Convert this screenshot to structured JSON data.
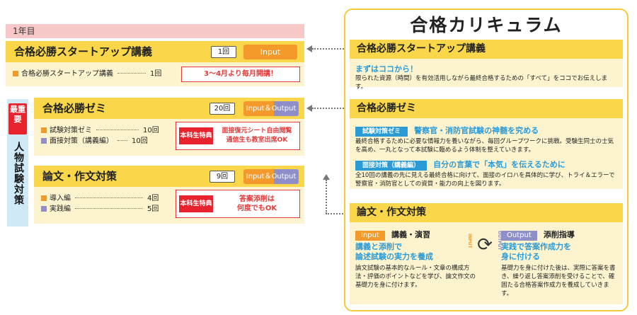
{
  "left": {
    "year_label": "1年目",
    "side_badge": "最重要",
    "side_label": "人物試験対策",
    "courses": [
      {
        "title": "合格必勝スタートアップ講義",
        "count": "1回",
        "io": "Input",
        "items": [
          {
            "label": "合格必勝スタートアップ講義",
            "count": "1回",
            "color": "orange"
          }
        ],
        "notice": "3～4月より毎月開講！"
      },
      {
        "title": "合格必勝ゼミ",
        "count": "20回",
        "io": "Input＆Output",
        "items": [
          {
            "label": "試験対策ゼミ",
            "count": "10回",
            "color": "orange"
          },
          {
            "label": "面接対策（講義編）",
            "count": "10回",
            "color": "purple"
          }
        ],
        "perk_label": "本科生特典",
        "perk_text": "面接復元シート自由閲覧\n通信生も教室出席OK"
      },
      {
        "title": "論文・作文対策",
        "count": "9回",
        "io": "Input＆Output",
        "items": [
          {
            "label": "導入編",
            "count": "4回",
            "color": "orange"
          },
          {
            "label": "実践編",
            "count": "5回",
            "color": "purple"
          }
        ],
        "perk_label": "本科生特典",
        "perk_text": "答案添削は\n何度でもOK"
      }
    ]
  },
  "right": {
    "title": "合格カリキュラム",
    "sections": {
      "startup": {
        "heading": "合格必勝スタートアップ講義",
        "lead": "まずはココから！",
        "text": "限られた資源（時間）を有効活用しながら最終合格するための「すべて」をココでお伝えします。"
      },
      "seminar": {
        "heading": "合格必勝ゼミ",
        "tag1": "試験対策ゼミ",
        "lead1": "警察官・消防官試験の神髄を究める",
        "text1": "最終合格するために必要な情報力を養いながら、毎回グループワークに挑戦。受験生同士の士気を高め、一丸となって本試験に臨めるよう体制を整えていきます。",
        "tag2": "面接対策（講義編）",
        "lead2": "自分の言葉で「本気」を伝えるために",
        "text2": "全10回の講義の先に見える最終合格に向けて、面接のイロハを具体的に学び、トライ＆エラーで警察官・消防官としての資質・能力の向上を図ります。"
      },
      "essay": {
        "heading": "論文・作文対策",
        "input_tag": "Input",
        "input_title": "講義・演習",
        "input_lead": "講義と添削で\n論述試験の実力を養成",
        "input_text": "論文試験の基本的なルール・文章の構成方法・評価のポイントなどを学び、論文作文の基礎力を身に付けます。",
        "output_tag": "Output",
        "output_title": "添削指導",
        "output_lead": "実践で答案作成力を\n身に付ける",
        "output_text": "基礎力を身に付けた後は、実際に答案を書き、繰り返し答案添削を受けることで、確固たる合格答案作成力を養成していきます。",
        "cycle_input": "INPUT",
        "cycle_output": "OUTPUT"
      }
    }
  },
  "colors": {
    "yellow": "#f9d64a",
    "cream": "#fdf4cf",
    "orange": "#f39a2b",
    "purple": "#8e8ec9",
    "red": "#e8232e",
    "blue": "#2a9bd7",
    "pink": "#f8c7c7"
  }
}
